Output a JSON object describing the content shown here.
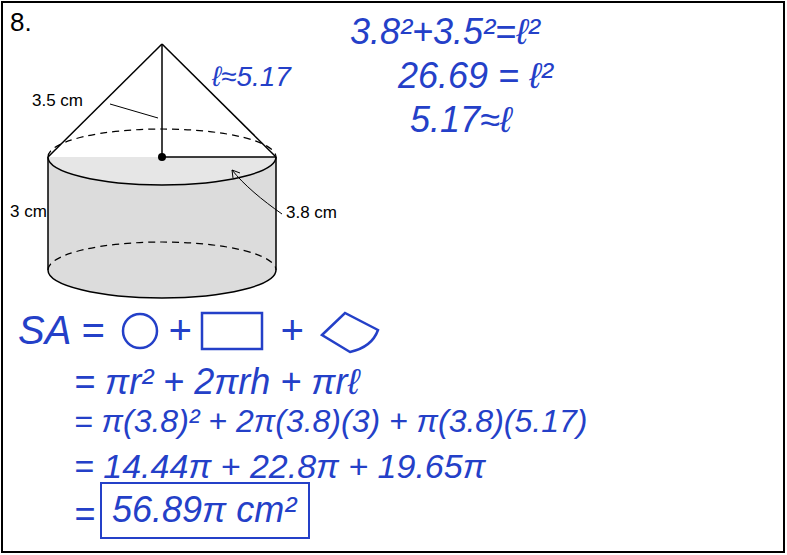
{
  "diagram": {
    "nodes": [
      {
        "text": [
          "56.89π cm²"
        ]
      }
    ],
    "labels": [
      "8.",
      "3.5 cm",
      "3 cm",
      "3.8 cm",
      "ℓ≈5.17",
      "3.8²+3.5²=ℓ²",
      "26.69 = ℓ²",
      "5.17≈ℓ",
      "SA =",
      "+",
      "+",
      "= πr² + 2πrh + πrℓ",
      "= π(3.8)² + 2π(3.8)(3) + π(3.8)(5.17)",
      "= 14.44π + 22.8π + 19.65π",
      "="
    ]
  }
}
